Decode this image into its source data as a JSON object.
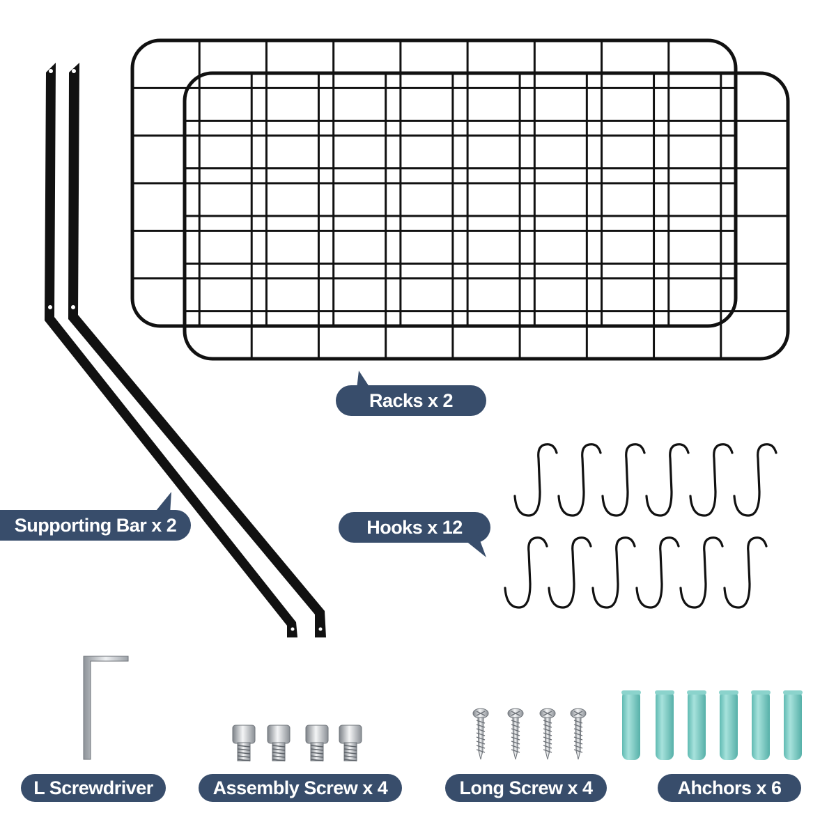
{
  "colors": {
    "label_background": "#384d6b",
    "label_text": "#ffffff",
    "metal": "#111111",
    "anchor": "#6ec7c0",
    "steel": "#b8bcc2"
  },
  "labels": {
    "racks": "Racks x 2",
    "supporting_bar": "Supporting Bar x 2",
    "hooks": "Hooks x 12",
    "l_screwdriver": "L Screwdriver",
    "assembly_screw": "Assembly Screw x 4",
    "long_screw": "Long Screw x 4",
    "anchors": "Ahchors x 6"
  },
  "parts": [
    {
      "name": "rack",
      "count": 2,
      "icon": "wire-grid-rack-icon"
    },
    {
      "name": "supporting-bar",
      "count": 2,
      "icon": "bent-bar-icon"
    },
    {
      "name": "hook",
      "count": 12,
      "icon": "s-hook-icon"
    },
    {
      "name": "l-screwdriver",
      "count": 1,
      "icon": "allen-key-icon"
    },
    {
      "name": "assembly-screw",
      "count": 4,
      "icon": "hex-bolt-icon"
    },
    {
      "name": "long-screw",
      "count": 4,
      "icon": "wood-screw-icon"
    },
    {
      "name": "anchor",
      "count": 6,
      "icon": "wall-anchor-icon"
    }
  ]
}
